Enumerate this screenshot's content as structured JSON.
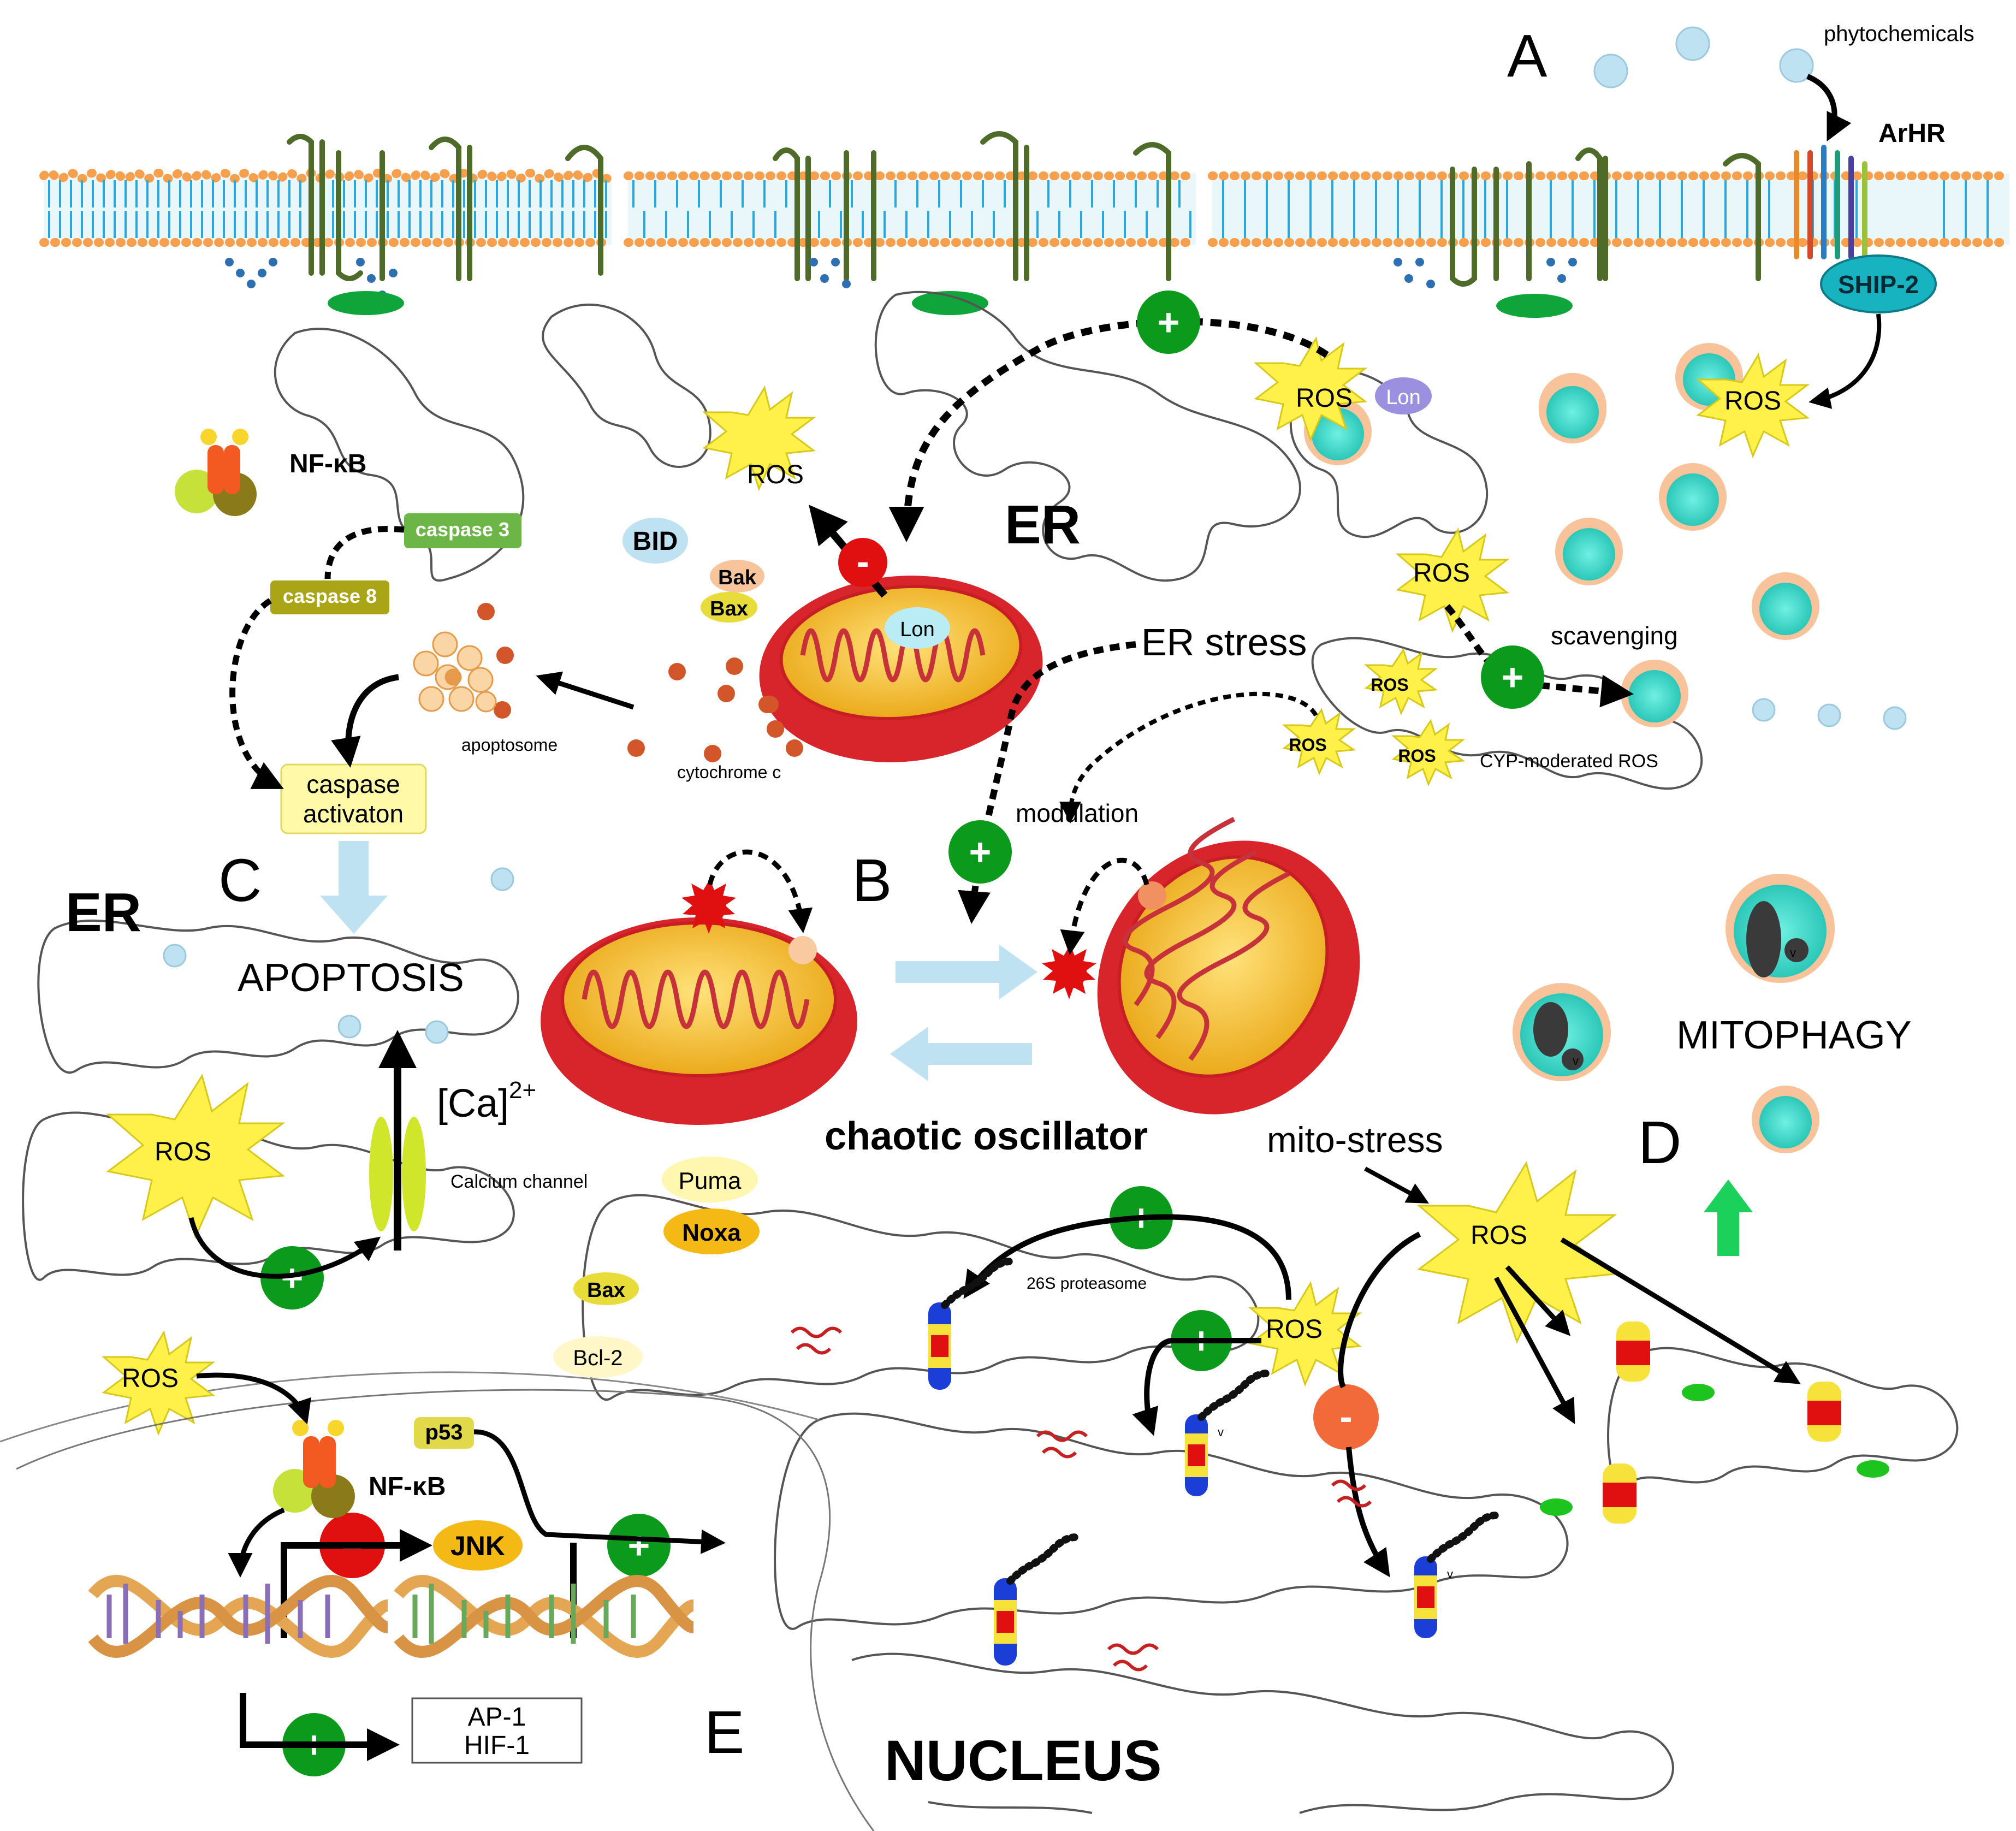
{
  "panels": {
    "a": "A",
    "b": "B",
    "c": "C",
    "d": "D",
    "e": "E"
  },
  "colors": {
    "membrane": "#29a8dd",
    "head": "#f6a04d",
    "helix": "#4f6b2a",
    "green_sign": "#0c9a1c",
    "red_sign": "#e01010",
    "orange_sign": "#f26a3a",
    "mito_outer": "#d8242b",
    "mito_inner": "#f5b21b",
    "ros": "#fff14a",
    "er_line": "#555555",
    "mitophagy_fill": "#36d1c2",
    "arrow_light": "#bfe2f2"
  },
  "labels": {
    "phytochemicals": "phytochemicals",
    "arhr": "ArHR",
    "ship2": "SHIP-2",
    "er_top": "ER",
    "er_left": "ER",
    "nfkb": "NF-κB",
    "nfkb2": "NF-κB",
    "caspase3": "caspase 3",
    "caspase8": "caspase 8",
    "caspase_activ_1": "caspase",
    "caspase_activ_2": "activaton",
    "apoptosome": "apoptosome",
    "cytochrome": "cytochrome c",
    "bid": "BID",
    "bak": "Bak",
    "bax1": "Bax",
    "bax2": "Bax",
    "lon1": "Lon",
    "lon2": "Lon",
    "ros": "ROS",
    "er_stress": "ER stress",
    "scavenging": "scavenging",
    "cyp": "CYP-moderated ROS",
    "modulation": "modulation",
    "apoptosis": "APOPTOSIS",
    "calcium": "[Ca]",
    "calcium_sup": "2+",
    "calcium_channel": "Calcium channel",
    "chaotic": "chaotic oscillator",
    "mito_stress": "mito-stress",
    "mitophagy": "MITOPHAGY",
    "puma": "Puma",
    "noxa": "Noxa",
    "bcl2": "Bcl-2",
    "p53": "p53",
    "jnk": "JNK",
    "proteasome": "26S proteasome",
    "ap1": "AP-1",
    "hif1": "HIF-1",
    "nucleus": "NUCLEUS",
    "plus": "+",
    "minus": "-",
    "minus_long": "–",
    "v": "v"
  }
}
